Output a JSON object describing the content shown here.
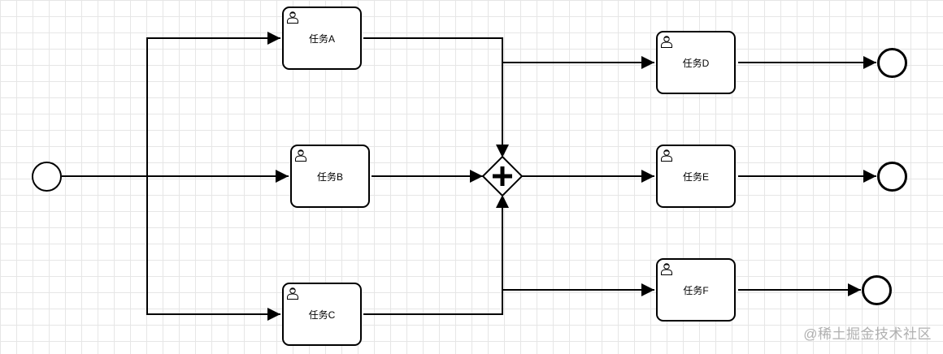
{
  "tasks": [
    {
      "id": "A",
      "label": "任务A"
    },
    {
      "id": "B",
      "label": "任务B"
    },
    {
      "id": "C",
      "label": "任务C"
    },
    {
      "id": "D",
      "label": "任务D"
    },
    {
      "id": "E",
      "label": "任务E"
    },
    {
      "id": "F",
      "label": "任务F"
    }
  ],
  "gateway": {
    "type": "parallel",
    "icon": "plus-icon"
  },
  "events": {
    "start": "start-event",
    "end": [
      "end-event-d",
      "end-event-e",
      "end-event-f"
    ]
  },
  "task_icon": "user-icon",
  "watermark": "@稀土掘金技术社区",
  "colors": {
    "stroke": "#000000",
    "grid": "#e6e6e6",
    "background": "#ffffff",
    "watermark": "#b0b0b0"
  }
}
